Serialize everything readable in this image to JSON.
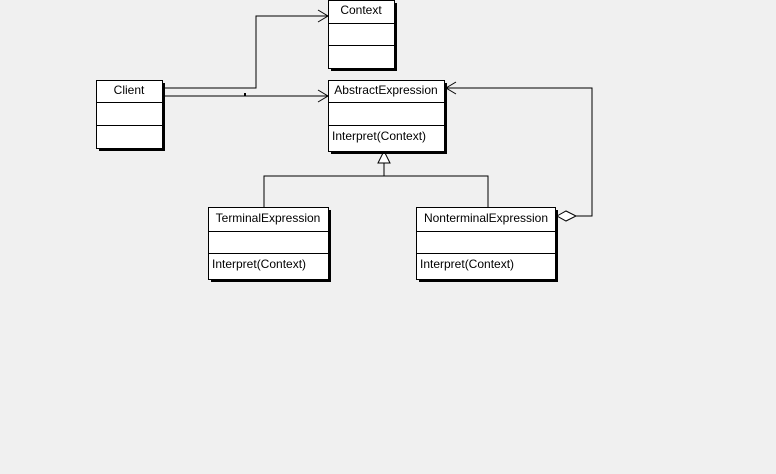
{
  "diagram": {
    "classes": {
      "context": {
        "name": "Context",
        "operations": ""
      },
      "client": {
        "name": "Client",
        "operations": ""
      },
      "abstract_expression": {
        "name": "AbstractExpression",
        "operations": "Interpret(Context)"
      },
      "terminal_expression": {
        "name": "TerminalExpression",
        "operations": "Interpret(Context)"
      },
      "nonterminal_expression": {
        "name": "NonterminalExpression",
        "operations": "Interpret(Context)"
      }
    },
    "relations": [
      {
        "from": "Client",
        "to": "Context",
        "kind": "association"
      },
      {
        "from": "Client",
        "to": "AbstractExpression",
        "kind": "association"
      },
      {
        "from": "TerminalExpression",
        "to": "AbstractExpression",
        "kind": "generalization"
      },
      {
        "from": "NonterminalExpression",
        "to": "AbstractExpression",
        "kind": "generalization"
      },
      {
        "from": "NonterminalExpression",
        "to": "AbstractExpression",
        "kind": "aggregation"
      }
    ],
    "colors": {
      "background": "#f0f0f0",
      "box_fill": "#ffffff",
      "line": "#000000"
    }
  }
}
